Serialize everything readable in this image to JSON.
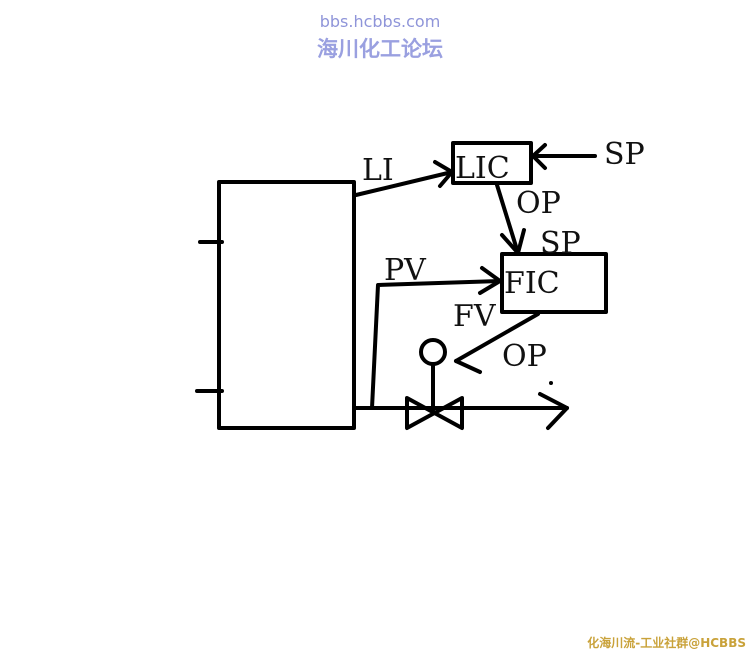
{
  "watermark": {
    "url": "bbs.hcbbs.com",
    "name": "海川化工论坛",
    "footer": "化海川流-工业社群@HCBBS"
  },
  "labels": {
    "li": "LI",
    "lic": "LIC",
    "sp_lic": "SP",
    "op_lic": "OP",
    "sp_fic": "SP",
    "pv": "PV",
    "fic": "FIC",
    "fv": "FV",
    "op_fic": "OP"
  }
}
